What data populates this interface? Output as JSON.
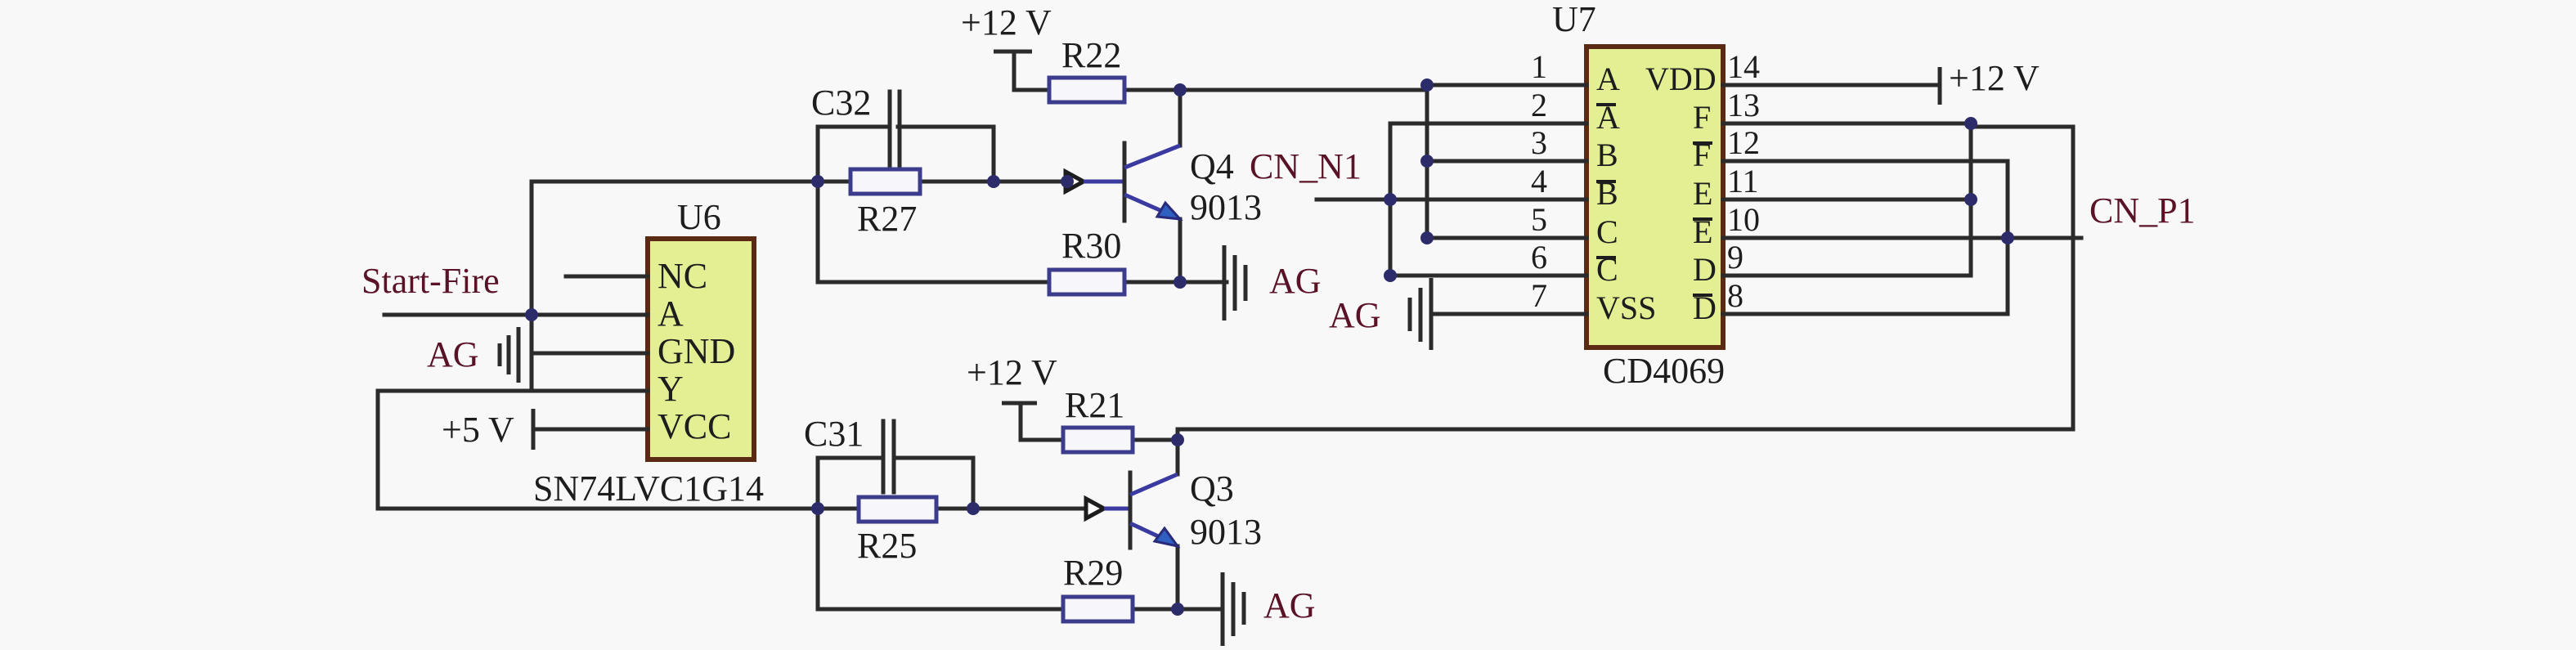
{
  "diagram": {
    "type": "circuit-schematic",
    "nets": {
      "start_fire": "Start-Fire",
      "cn_n1": "CN_N1",
      "cn_p1": "CN_P1"
    },
    "power": {
      "v12": "+12 V",
      "v5": "+5 V",
      "ag": "AG"
    },
    "u6": {
      "ref": "U6",
      "part": "SN74LVC1G14",
      "pins": [
        "NC",
        "A",
        "GND",
        "Y",
        "VCC"
      ]
    },
    "u7": {
      "ref": "U7",
      "part": "CD4069",
      "left_pins": [
        {
          "num": "1",
          "name": "A",
          "bar": false
        },
        {
          "num": "2",
          "name": "A",
          "bar": true
        },
        {
          "num": "3",
          "name": "B",
          "bar": false
        },
        {
          "num": "4",
          "name": "B",
          "bar": true
        },
        {
          "num": "5",
          "name": "C",
          "bar": false
        },
        {
          "num": "6",
          "name": "C",
          "bar": true
        },
        {
          "num": "7",
          "name": "VSS",
          "bar": false
        }
      ],
      "right_pins": [
        {
          "num": "14",
          "name": "VDD",
          "bar": false
        },
        {
          "num": "13",
          "name": "F",
          "bar": false
        },
        {
          "num": "12",
          "name": "F",
          "bar": true
        },
        {
          "num": "11",
          "name": "E",
          "bar": false
        },
        {
          "num": "10",
          "name": "E",
          "bar": true
        },
        {
          "num": "9",
          "name": "D",
          "bar": false
        },
        {
          "num": "8",
          "name": "D",
          "bar": true
        }
      ]
    },
    "transistors": [
      {
        "ref": "Q4",
        "part": "9013"
      },
      {
        "ref": "Q3",
        "part": "9013"
      }
    ],
    "resistors": [
      "R22",
      "R27",
      "R30",
      "R21",
      "R25",
      "R29"
    ],
    "capacitors": [
      "C32",
      "C31"
    ]
  }
}
